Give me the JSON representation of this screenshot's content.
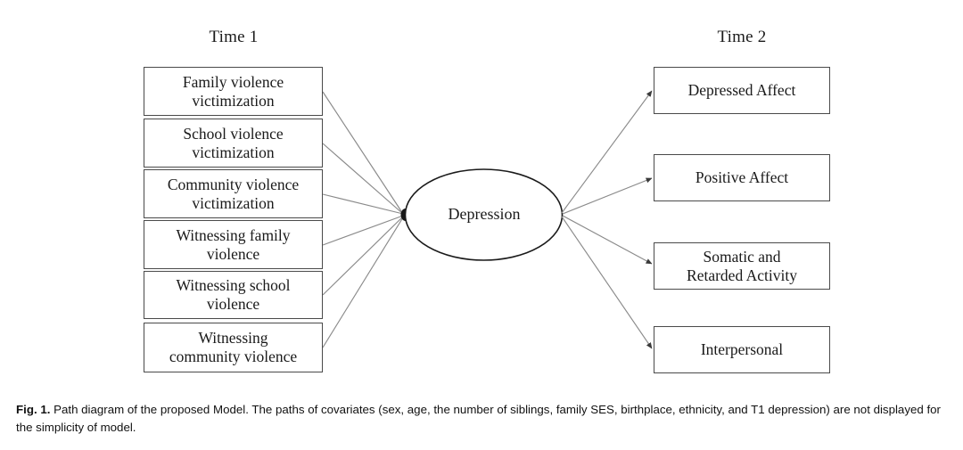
{
  "figure": {
    "headers": {
      "time1": "Time 1",
      "time2": "Time 2"
    },
    "latent": {
      "label": "Depression",
      "shape": "ellipse"
    },
    "predictors": [
      {
        "label_line1": "Family violence",
        "label_line2": "victimization"
      },
      {
        "label_line1": "School violence",
        "label_line2": "victimization"
      },
      {
        "label_line1": "Community violence",
        "label_line2": "victimization"
      },
      {
        "label_line1": "Witnessing family",
        "label_line2": "violence"
      },
      {
        "label_line1": "Witnessing school",
        "label_line2": "violence"
      },
      {
        "label_line1": "Witnessing",
        "label_line2": "community violence"
      }
    ],
    "outcomes": [
      {
        "label_line1": "Depressed Affect",
        "label_line2": ""
      },
      {
        "label_line1": "Positive Affect",
        "label_line2": ""
      },
      {
        "label_line1": "Somatic and",
        "label_line2": "Retarded Activity"
      },
      {
        "label_line1": "Interpersonal",
        "label_line2": ""
      }
    ],
    "colors": {
      "box_border": "#4a4a4a",
      "path_line": "#8a8a8a",
      "ellipse_stroke": "#1a1a1a",
      "text": "#1a1a1a",
      "background": "#ffffff"
    }
  },
  "caption": {
    "label": "Fig. 1.",
    "text": " Path diagram of the proposed Model. The paths of covariates (sex, age, the number of siblings, family SES, birthplace, ethnicity, and T1 depression) are not displayed for the simplicity of model."
  }
}
